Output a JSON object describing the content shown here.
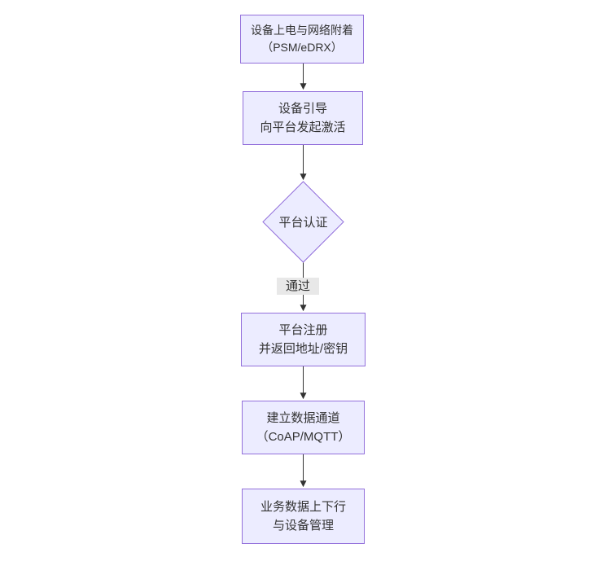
{
  "diagram": {
    "type": "flowchart",
    "direction": "top-down",
    "colors": {
      "background": "#ffffff",
      "node_fill": "#ECECFF",
      "node_border": "#9370DB",
      "arrow": "#333333",
      "text": "#333333",
      "edge_label_bg": "#e8e8e8"
    },
    "nodes": [
      {
        "id": "power",
        "shape": "rect",
        "lines": [
          "设备上电与网络附着",
          "（PSM/eDRX）"
        ]
      },
      {
        "id": "boot",
        "shape": "rect",
        "lines": [
          "设备引导",
          "向平台发起激活"
        ]
      },
      {
        "id": "auth",
        "shape": "diamond",
        "lines": [
          "平台认证"
        ]
      },
      {
        "id": "register",
        "shape": "rect",
        "lines": [
          "平台注册",
          "并返回地址/密钥"
        ]
      },
      {
        "id": "channel",
        "shape": "rect",
        "lines": [
          "建立数据通道",
          "（CoAP/MQTT）"
        ]
      },
      {
        "id": "business",
        "shape": "rect",
        "lines": [
          "业务数据上下行",
          "与设备管理"
        ]
      }
    ],
    "edges": [
      {
        "from": "power",
        "to": "boot",
        "label": ""
      },
      {
        "from": "boot",
        "to": "auth",
        "label": ""
      },
      {
        "from": "auth",
        "to": "register",
        "label": "通过"
      },
      {
        "from": "register",
        "to": "channel",
        "label": ""
      },
      {
        "from": "channel",
        "to": "business",
        "label": ""
      }
    ]
  }
}
